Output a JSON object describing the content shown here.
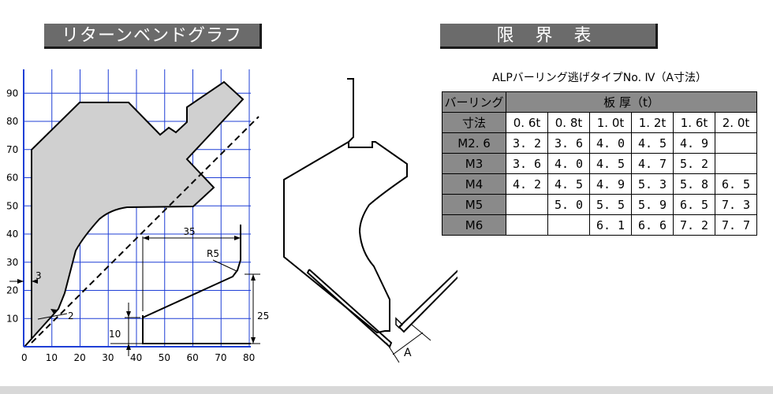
{
  "left_title": "リターンベンドグラフ",
  "right_title": "限 界 表",
  "table_caption": "ALPバーリング逃げタイプNo. Ⅳ（A寸法）",
  "graph": {
    "x_ticks": [
      "0",
      "10",
      "20",
      "30",
      "40",
      "50",
      "60",
      "70",
      "80"
    ],
    "y_ticks": [
      "10",
      "20",
      "30",
      "40",
      "50",
      "60",
      "70",
      "80",
      "90"
    ],
    "dim_35": "35",
    "dim_R5": "R5",
    "dim_25": "25",
    "dim_10": "10",
    "dim_3": "3",
    "dim_2": "2"
  },
  "tool_label": "A",
  "table": {
    "row_header_top": "バーリング",
    "row_header_bottom": "寸法",
    "thickness_header": "板 厚（t）",
    "columns": [
      "0. 6t",
      "0. 8t",
      "1. 0t",
      "1. 2t",
      "1. 6t",
      "2. 0t"
    ],
    "rows": [
      {
        "label": "M2. 6",
        "cells": [
          "3. 2",
          "3. 6",
          "4. 0",
          "4. 5",
          "4. 9",
          ""
        ]
      },
      {
        "label": "M3",
        "cells": [
          "3. 6",
          "4. 0",
          "4. 5",
          "4. 7",
          "5. 2",
          ""
        ]
      },
      {
        "label": "M4",
        "cells": [
          "4. 2",
          "4. 5",
          "4. 9",
          "5. 3",
          "5. 8",
          "6. 5"
        ]
      },
      {
        "label": "M5",
        "cells": [
          "",
          "5. 0",
          "5. 5",
          "5. 9",
          "6. 5",
          "7. 3"
        ]
      },
      {
        "label": "M6",
        "cells": [
          "",
          "",
          "6. 1",
          "6. 6",
          "7. 2",
          "7. 7"
        ]
      }
    ]
  },
  "colors": {
    "grid": "#1f3fd6",
    "shape_fill": "#d0d0d0",
    "banner": "#6b6b6b",
    "header_fill": "#8a8a8a"
  }
}
